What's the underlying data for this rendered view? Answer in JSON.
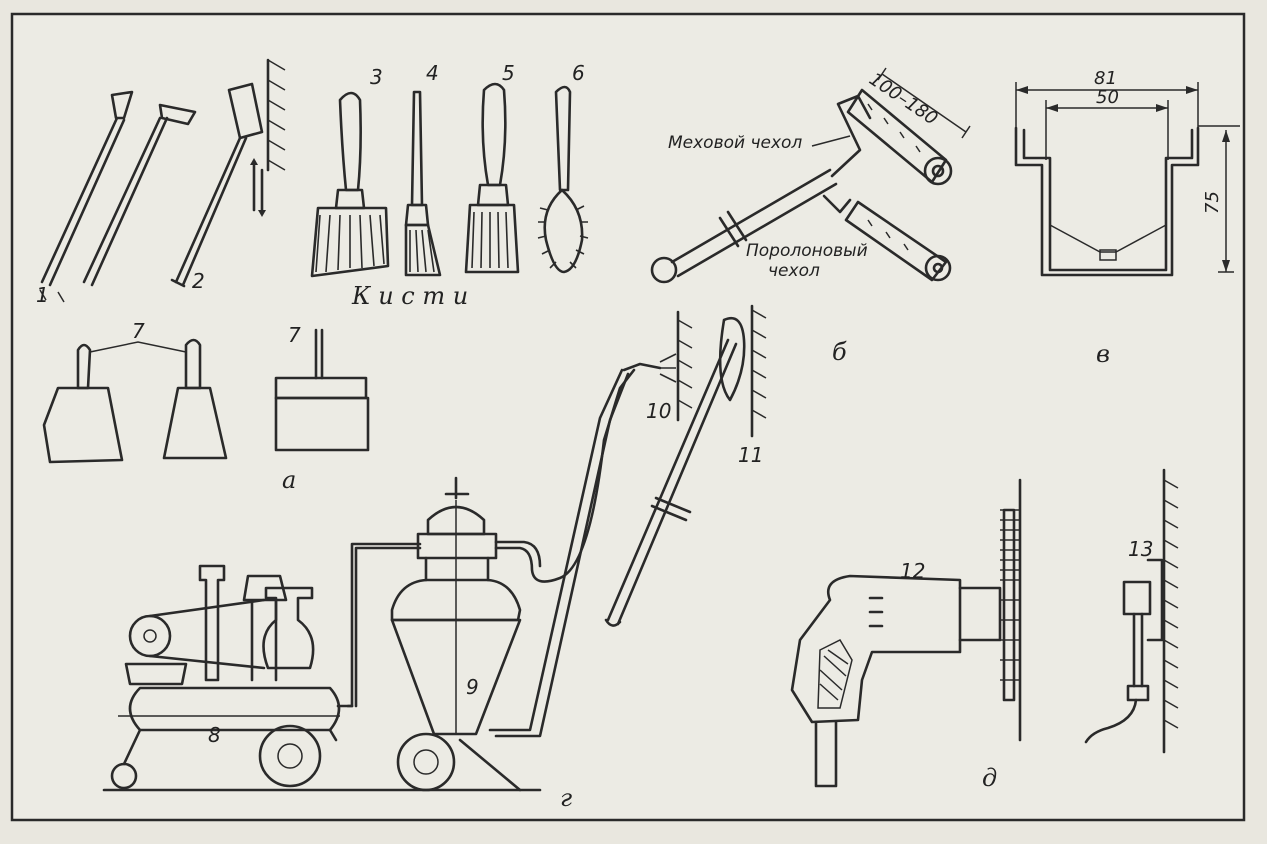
{
  "numbers": {
    "n1": "1",
    "n2": "2",
    "n3": "3",
    "n4": "4",
    "n5": "5",
    "n6": "6",
    "n7a": "7",
    "n7b": "7",
    "n8": "8",
    "n9": "9",
    "n10": "10",
    "n11": "11",
    "n12": "12",
    "n13": "13"
  },
  "sections": {
    "a": "а",
    "b": "б",
    "v": "в",
    "g": "г",
    "d": "д"
  },
  "brushes_caption": "К и с т и",
  "roller": {
    "fur_cover": "Меховой чехол",
    "foam_cover_line1": "Поролоновый",
    "foam_cover_line2": "чехол",
    "width_dim": "100–180"
  },
  "tray_dims": {
    "outer": "81",
    "inner": "50",
    "height": "75"
  }
}
